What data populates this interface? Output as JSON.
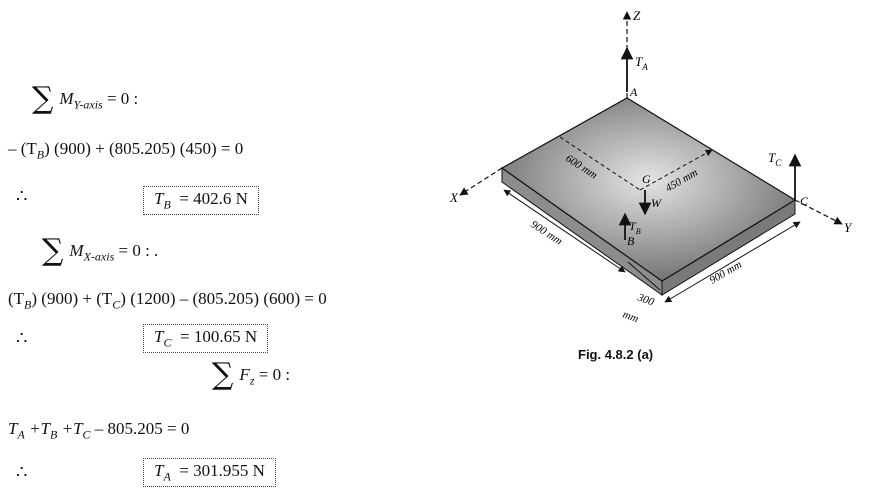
{
  "equations": {
    "sum_my_left": "M",
    "sum_my_sub": "Y-axis",
    "sum_my_right": "= 0  :",
    "eq1": "– (T",
    "eq1_sub": "B",
    "eq1_rest": ") (900) + (805.205) (450) = 0",
    "therefore": "∴",
    "tb_label": "T",
    "tb_sub": "B",
    "tb_value": "=  402.6 N",
    "sum_mx_left": "M",
    "sum_mx_sub": "X-axis",
    "sum_mx_right": "=  0 : .",
    "eq2_a": "(T",
    "eq2_a_sub": "B",
    "eq2_b": ") (900) + (T",
    "eq2_b_sub": "C",
    "eq2_c": ") (1200) – (805.205) (600) = 0",
    "tc_label": "T",
    "tc_sub": "C",
    "tc_value": "=  100.65 N",
    "sum_fz_left": "F",
    "sum_fz_sub": "z",
    "sum_fz_right": "=  0 :",
    "eq3_a": "T",
    "eq3_a_sub": "A",
    "eq3_b": " +T",
    "eq3_b_sub": "B",
    "eq3_c": " +T",
    "eq3_c_sub": "C",
    "eq3_d": " – 805.205  =  0",
    "ta_label": "T",
    "ta_sub": "A",
    "ta_value": "=  301.955 N",
    "sigma": "∑"
  },
  "figure": {
    "caption": "Fig. 4.8.2 (a)",
    "z_label": "Z",
    "x_label": "X",
    "y_label": "Y",
    "a_label": "A",
    "c_label": "C",
    "b_label": "B",
    "g_label": "G",
    "w_label": "W",
    "ta_label": "T",
    "ta_sub": "A",
    "tc_label": "T",
    "tc_sub": "C",
    "tb_label": "T",
    "tb_sub": "B",
    "dim_600": "600 mm",
    "dim_450": "450 mm",
    "dim_900_left": "900 mm",
    "dim_900_right": "900 mm",
    "dim_300": "300",
    "dim_mm": "mm"
  }
}
